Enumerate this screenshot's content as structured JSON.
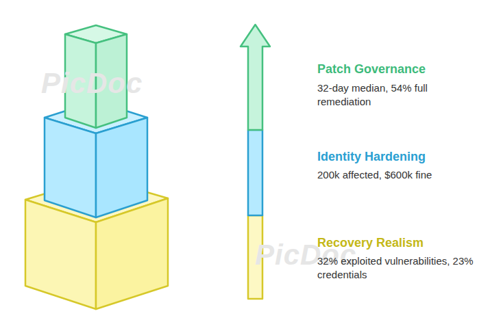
{
  "diagram": {
    "labels": [
      "PicDoc",
      "PicDoc",
      "Patch Governance",
      "32-day median, 54% full remediation",
      "Identity Hardening",
      "200k affected, $600k fine",
      "Recovery Realism",
      "32% exploited vulnerabilities, 23% credentials"
    ]
  }
}
